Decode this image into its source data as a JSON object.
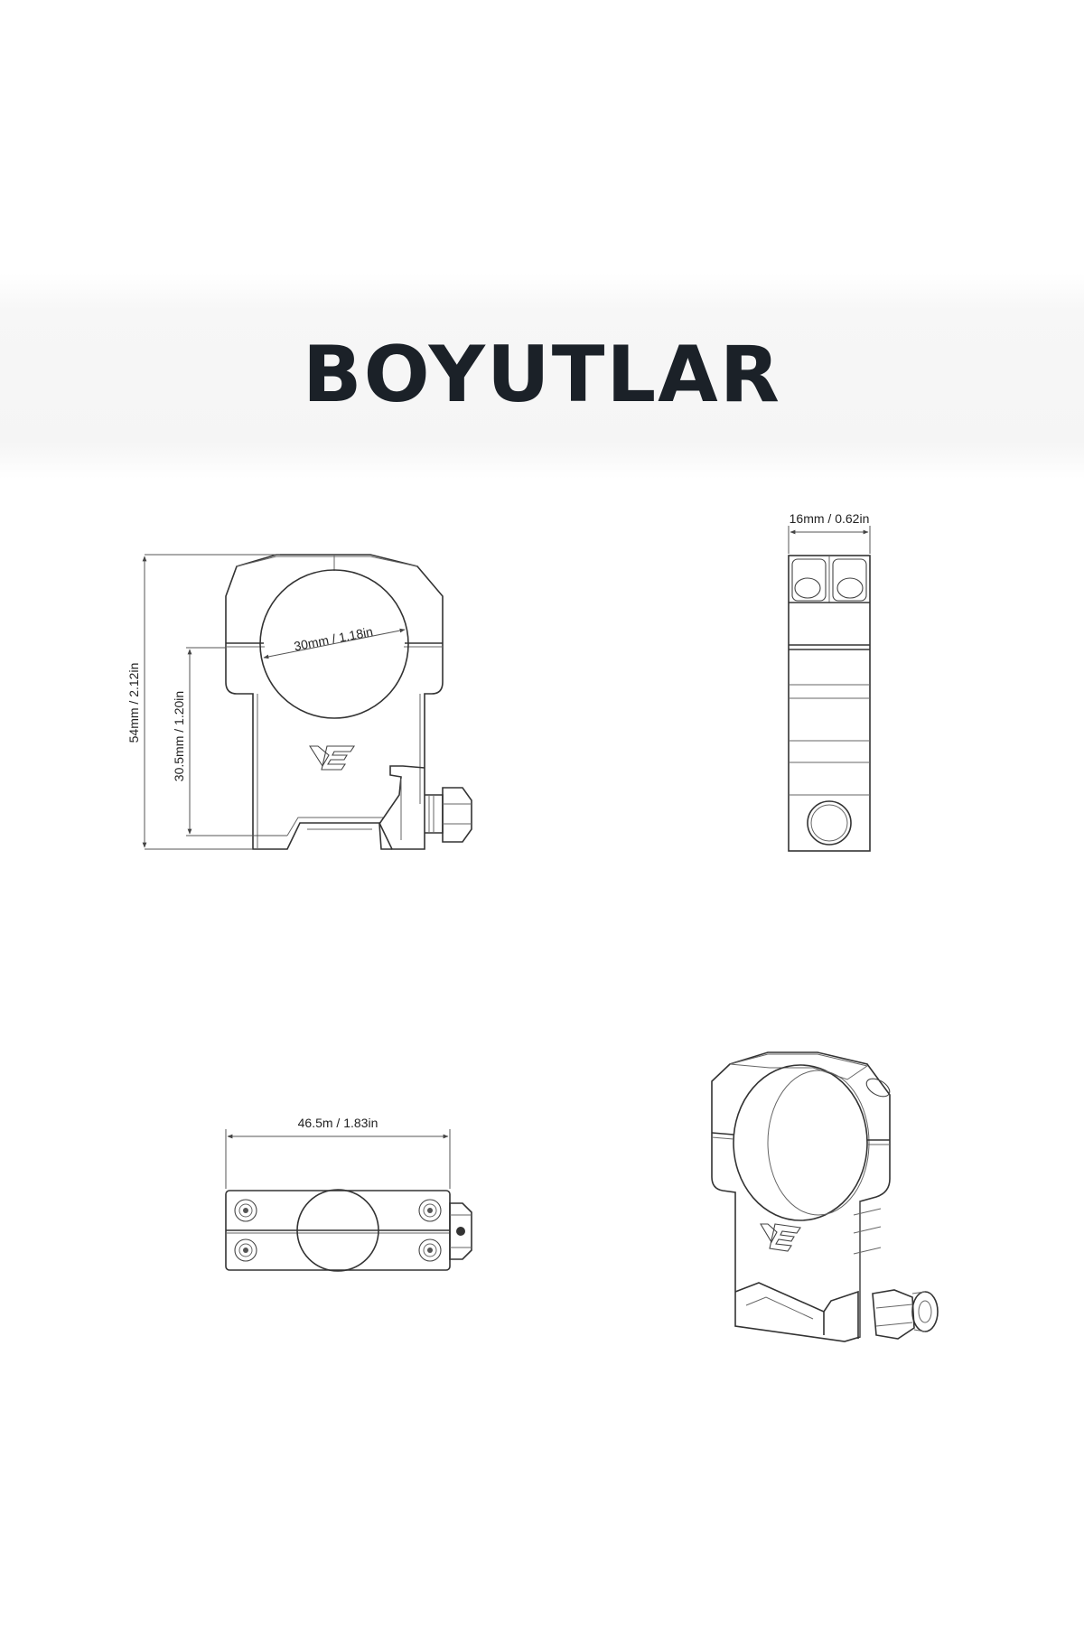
{
  "title": "BOYUTLAR",
  "dimensions": {
    "height": "54mm / 2.12in",
    "center_height": "30.5mm / 1.20in",
    "ring_diameter": "30mm / 1.18in",
    "ring_width": "16mm / 0.62in",
    "base_length": "46.5m / 1.83in"
  }
}
